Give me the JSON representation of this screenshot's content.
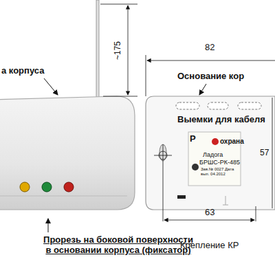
{
  "diagram": {
    "labels": [
      "~175",
      "82",
      "а корпуса",
      "Основание кор",
      "Выемки для кабеля",
      "57",
      "Р",
      "охрана",
      "Ладога",
      "БРШС-РК-485",
      "Зав.№ 0027 Дата вып. 04.2012",
      "63",
      "Крепление КР",
      "Прорезь на боковой поверхности в основании корпуса (фиксатор)"
    ]
  }
}
